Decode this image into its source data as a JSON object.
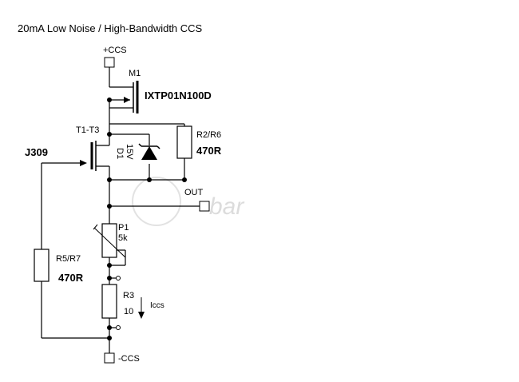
{
  "title": "20mA Low Noise / High-Bandwidth CCS",
  "watermark": "bar",
  "labels": {
    "vplus": "+CCS",
    "vminus": "-CCS",
    "out": "OUT",
    "m1": "M1",
    "m1_part": "IXTP01N100D",
    "t": "T1-T3",
    "j309": "J309",
    "d1": "D1",
    "d1_value": "15V",
    "r2": "R2/R6",
    "r2_value": "470R",
    "p1": "P1",
    "p1_value": "5k",
    "r5": "R5/R7",
    "r5_value": "470R",
    "r3": "R3",
    "r3_value": "10",
    "iccs": "Iccs"
  },
  "colors": {
    "wire": "#000000",
    "watermark": "#dcdcdc"
  }
}
